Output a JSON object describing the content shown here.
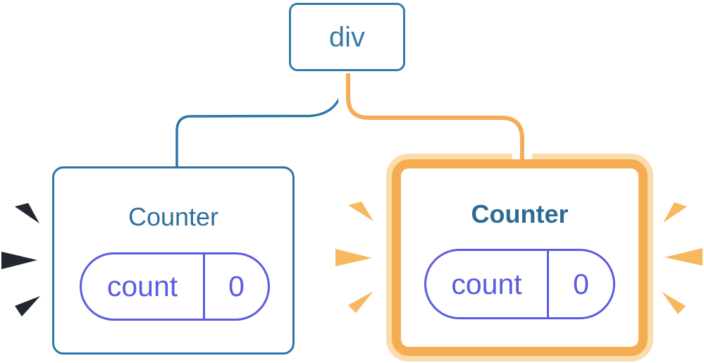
{
  "diagram": {
    "description": "Component tree: div root with two Counter children; right Counter is re-rendering (orange highlight with sparks), left Counter shown with dark render sparks",
    "root": {
      "label": "div"
    },
    "children": [
      {
        "label": "Counter",
        "state_key": "count",
        "state_value": "0",
        "highlighted": false
      },
      {
        "label": "Counter",
        "state_key": "count",
        "state_value": "0",
        "highlighted": true
      }
    ]
  },
  "icons": {
    "left_sparks": "render-spark-icon-dark",
    "middle_sparks": "update-spark-icon-orange",
    "right_sparks": "update-spark-icon-orange"
  },
  "colors": {
    "blue": "#2B76A9",
    "blue-node": "#2F7DAB",
    "blue-text": "#3A7CA6",
    "title-left": "#2F6F9B",
    "title-right": "#2E6B93",
    "indigo": "#5B5BE1",
    "orange": "#F5AC55",
    "orange-border": "#F5AD53",
    "orange-halo": "#FBDCAB",
    "orange-spark": "#F7B95F",
    "dark-spark": "#23272F",
    "bg": "#FFFFFF"
  }
}
